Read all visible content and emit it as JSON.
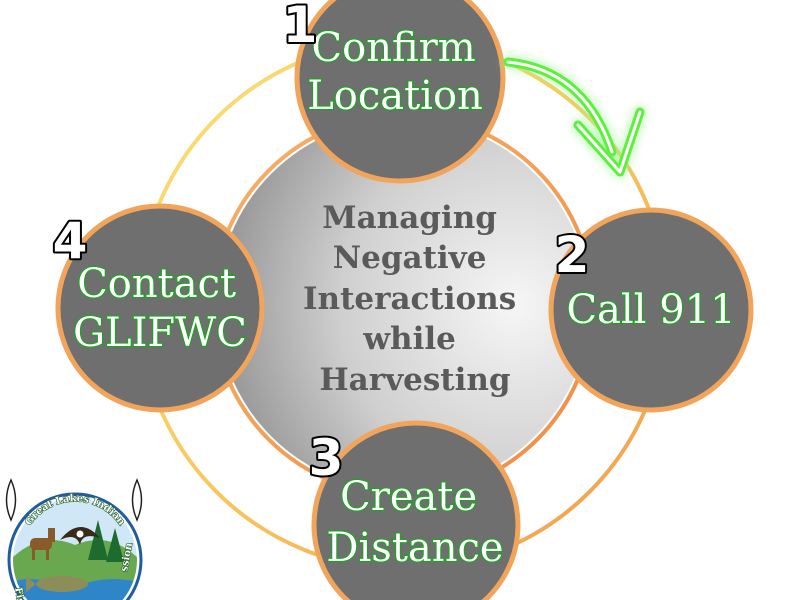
{
  "diagram": {
    "center_title_lines": [
      "Managing",
      "Negative",
      "Interactions",
      "while",
      "Harvesting"
    ],
    "steps": [
      {
        "number": "1",
        "lines": [
          "Confirm",
          "Location"
        ]
      },
      {
        "number": "2",
        "lines": [
          "Call 911"
        ]
      },
      {
        "number": "3",
        "lines": [
          "Create",
          "Distance"
        ]
      },
      {
        "number": "4",
        "lines": [
          "Contact",
          "GLIFWC"
        ]
      }
    ]
  },
  "logo": {
    "text_top": "Great Lakes Indian",
    "text_left": "Fish",
    "text_right": "ssion"
  },
  "colors": {
    "step_fill": "#6f6f6f",
    "step_border": "#f2a55a",
    "ring_yellow": "#f7d468",
    "ring_orange": "#f29a4e",
    "step_text_stroke": "#16a81c",
    "arrow_green": "#5cf03c"
  }
}
